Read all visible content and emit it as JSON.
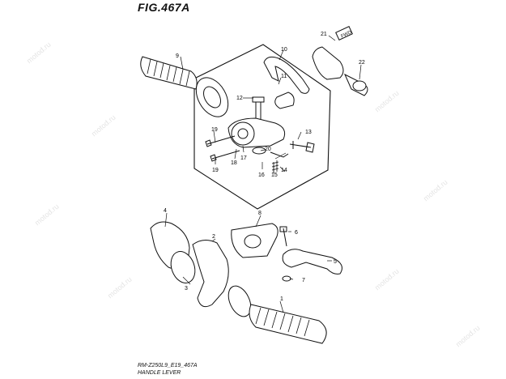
{
  "figure": {
    "title": "FIG.467A"
  },
  "callouts": [
    {
      "id": "c1",
      "label": "1"
    },
    {
      "id": "c2",
      "label": "2"
    },
    {
      "id": "c3",
      "label": "3"
    },
    {
      "id": "c4",
      "label": "4"
    },
    {
      "id": "c5",
      "label": "5"
    },
    {
      "id": "c6",
      "label": "6"
    },
    {
      "id": "c7",
      "label": "7"
    },
    {
      "id": "c8",
      "label": "8"
    },
    {
      "id": "c9",
      "label": "9"
    },
    {
      "id": "c10",
      "label": "10"
    },
    {
      "id": "c11",
      "label": "11"
    },
    {
      "id": "c12",
      "label": "12"
    },
    {
      "id": "c13",
      "label": "13"
    },
    {
      "id": "c14",
      "label": "14"
    },
    {
      "id": "c15",
      "label": "15"
    },
    {
      "id": "c16",
      "label": "16"
    },
    {
      "id": "c17",
      "label": "17"
    },
    {
      "id": "c18",
      "label": "18"
    },
    {
      "id": "c19a",
      "label": "19"
    },
    {
      "id": "c19b",
      "label": "19"
    },
    {
      "id": "c20",
      "label": "20"
    },
    {
      "id": "c21",
      "label": "21"
    },
    {
      "id": "c22",
      "label": "22"
    }
  ],
  "fwd_tag": "FWD",
  "footer": {
    "line1": "RM-Z250L9_E19_467A",
    "line2": "HANDLE LEVER"
  },
  "watermark": "motod.ru"
}
